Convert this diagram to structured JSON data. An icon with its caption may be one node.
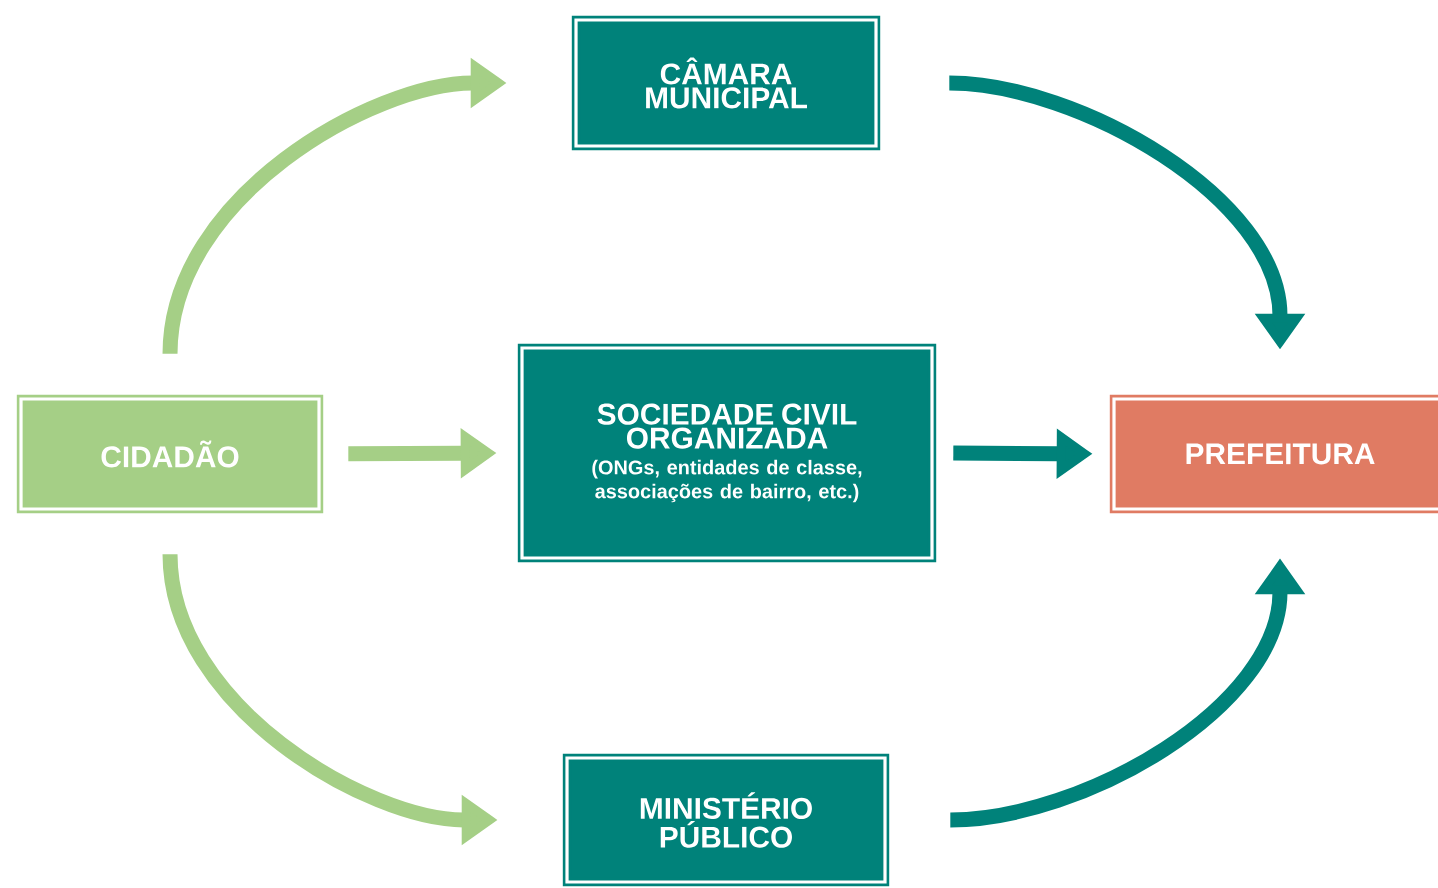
{
  "diagram": {
    "nodes": [
      {
        "text": [
          "CIDADÃO"
        ]
      },
      {
        "text": [
          "CÂMARA MUNICIPAL"
        ]
      },
      {
        "text": [
          "SOCIEDADE CIVIL ORGANIZADA",
          "(ONGs, entidades de classe, associações de bairro, etc.)"
        ]
      },
      {
        "text": [
          "MINISTÉRIO PÚBLICO"
        ]
      },
      {
        "text": [
          "PREFEITURA"
        ]
      }
    ],
    "edges": [
      {
        "from": 0,
        "to": 1,
        "arrow": "to",
        "color": "#a5cf86"
      },
      {
        "from": 0,
        "to": 2,
        "arrow": "to",
        "color": "#a5cf86"
      },
      {
        "from": 0,
        "to": 3,
        "arrow": "to",
        "color": "#a5cf86"
      },
      {
        "from": 1,
        "to": 4,
        "arrow": "to",
        "color": "#00827a"
      },
      {
        "from": 2,
        "to": 4,
        "arrow": "to",
        "color": "#00827a"
      },
      {
        "from": 3,
        "to": 4,
        "arrow": "to",
        "color": "#00827a"
      }
    ]
  }
}
